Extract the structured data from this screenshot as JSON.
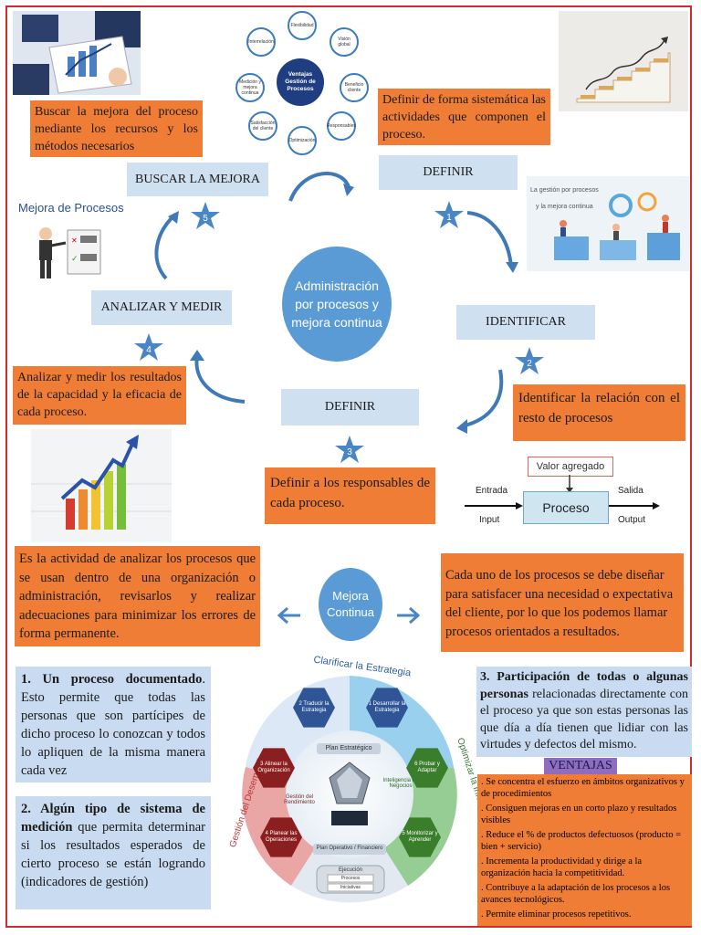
{
  "center": {
    "title": "Administración por procesos y mejora continua"
  },
  "sidebar_label": "Mejora de Procesos",
  "steps": {
    "buscar": {
      "label": "BUSCAR LA MEJORA",
      "number": "5",
      "desc": "Buscar la mejora del proceso mediante los recursos y los métodos necesarios"
    },
    "definir1": {
      "label": "DEFINIR",
      "number": "1",
      "desc": "Definir de forma sistemática las actividades que componen el proceso."
    },
    "identificar": {
      "label": "IDENTIFICAR",
      "number": "2",
      "desc": "Identificar la relación con el resto de procesos"
    },
    "definir2": {
      "label": "DEFINIR",
      "number": "3",
      "desc": "Definir a los responsables de cada proceso."
    },
    "analizar": {
      "label": "ANALIZAR Y MEDIR",
      "number": "4",
      "desc": "Analizar y medir los resultados de la capacidad y la eficacia de cada proceso."
    }
  },
  "ventajas_diagram": {
    "center": "Ventajas Gestión de Procesos",
    "nodes": [
      "Flexibilidad",
      "Visión global",
      "Beneficio cliente",
      "Responsables",
      "Optimización",
      "Satisfacción del cliente",
      "Medición y mejora continua",
      "Interrelación"
    ]
  },
  "gestion_card": {
    "line1": "La gestión por procesos",
    "line2": "y la mejora continua"
  },
  "process_flow": {
    "valor": "Valor agregado",
    "entrada": "Entrada",
    "input": "Input",
    "proceso": "Proceso",
    "salida": "Salida",
    "output": "Output"
  },
  "mejora": {
    "center": "Mejora Continua",
    "left": "Es la actividad de analizar los procesos que se usan dentro de una organización o administración, revisarlos y realizar adecuaciones para minimizar los errores de forma permanente.",
    "right": "Cada uno de los procesos se debe diseñar para satisfacer una necesidad o expectativa del cliente, por lo que los podemos llamar procesos orientados a resultados."
  },
  "notes": {
    "n1_bold": "1. Un proceso documentado",
    "n1_rest": ". Esto permite que todas las personas que son partícipes de dicho proceso lo conozcan y todos lo apliquen de la misma manera cada vez",
    "n2_pre": "2. Algún tipo de ",
    "n2_bold": "sistema de medición",
    "n2_rest": " que permita determinar si los resultados esperados de cierto proceso se están logrando (indicadores de gestión)",
    "n3_bold": "3. Participación de todas o algunas personas",
    "n3_rest": " relacionadas directamente con el proceso ya que son estas personas las que día a día tienen que lidiar con las virtudes y defectos del mismo."
  },
  "strategy_wheel": {
    "top": "Clarificar la Estrategia",
    "left": "Gestión del Desempeño",
    "right": "Optimizar la Información",
    "plan_estrategico": "Plan Estratégico",
    "plan_operativo": "Plan Operativo / Financiero",
    "gestion_rend": "Gestión del Rendimiento",
    "inteligencia": "Inteligencia de Negocios",
    "ejecucion": "Ejecución",
    "procesos": "Procesos",
    "iniciativas": "Iniciativas",
    "h1": "1 Desarrollar la Estrategia",
    "h2": "2 Traducir la Estrategia",
    "h3": "3 Alinear la Organización",
    "h4": "4 Planear las Operaciones",
    "h5": "5 Monitorizar y Aprender",
    "h6": "6 Probar y Adaptar"
  },
  "ventajas": {
    "title": "VENTAJAS",
    "items": [
      ". Se concentra el esfuerzo en ámbitos organizativos y de procedimientos",
      ". Consiguen mejoras en un corto plazo y resultados visibles",
      ". Reduce el % de productos defectuosos (producto = bien + servicio)",
      ". Incrementa la productividad y dirige a la organización hacia la competitividad.",
      ". Contribuye a la adaptación de los procesos a los avances tecnológicos.",
      ". Permite eliminar procesos repetitivos."
    ]
  },
  "colors": {
    "orange": "#ef7d36",
    "lightblue": "#cfe0f1",
    "circle": "#5b9bd5",
    "border": "#d32a2a",
    "star": "#4a86c5"
  }
}
